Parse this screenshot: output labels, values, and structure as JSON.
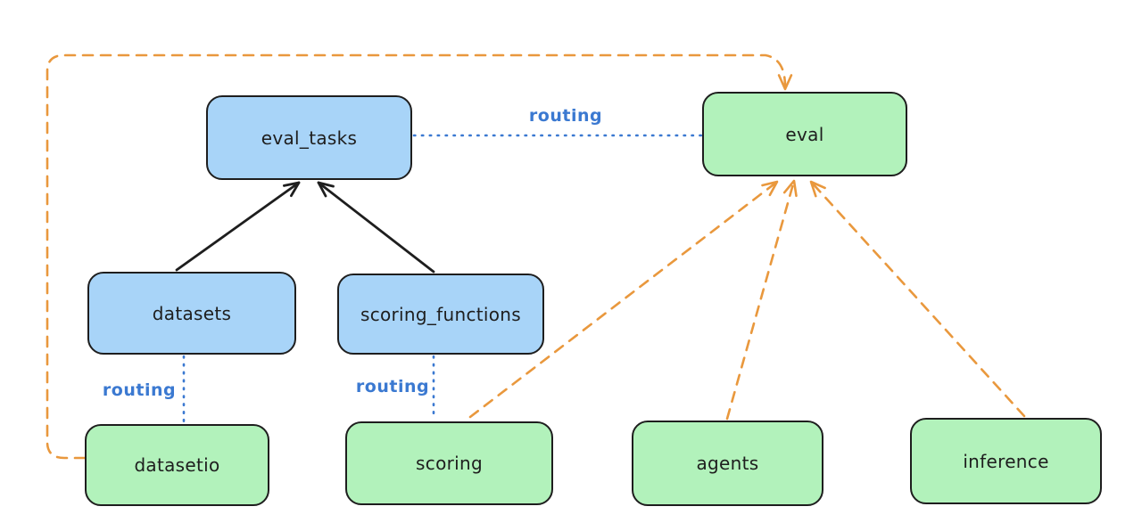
{
  "nodes": {
    "eval_tasks": {
      "label": "eval_tasks",
      "kind": "api",
      "fill": "#a8d4f8"
    },
    "eval": {
      "label": "eval",
      "kind": "provider",
      "fill": "#b2f2bb"
    },
    "datasets": {
      "label": "datasets",
      "kind": "api",
      "fill": "#a8d4f8"
    },
    "scoring_functions": {
      "label": "scoring_functions",
      "kind": "api",
      "fill": "#a8d4f8"
    },
    "datasetio": {
      "label": "datasetio",
      "kind": "provider",
      "fill": "#b2f2bb"
    },
    "scoring": {
      "label": "scoring",
      "kind": "provider",
      "fill": "#b2f2bb"
    },
    "agents": {
      "label": "agents",
      "kind": "provider",
      "fill": "#b2f2bb"
    },
    "inference": {
      "label": "inference",
      "kind": "provider",
      "fill": "#b2f2bb"
    }
  },
  "edges": {
    "datasets__eval_tasks": {
      "from": "datasets",
      "to": "eval_tasks",
      "style": "solid-black-arrow"
    },
    "scoring_functions__eval_tasks": {
      "from": "scoring_functions",
      "to": "eval_tasks",
      "style": "solid-black-arrow"
    },
    "eval_tasks__eval": {
      "from": "eval_tasks",
      "to": "eval",
      "style": "dotted-blue",
      "label": "routing"
    },
    "datasets__datasetio": {
      "from": "datasets",
      "to": "datasetio",
      "style": "dotted-blue",
      "label": "routing"
    },
    "scoring_functions__scoring": {
      "from": "scoring_functions",
      "to": "scoring",
      "style": "dotted-blue",
      "label": "routing"
    },
    "datasetio__eval": {
      "from": "datasetio",
      "to": "eval",
      "style": "dashed-orange-arrow"
    },
    "scoring__eval": {
      "from": "scoring",
      "to": "eval",
      "style": "dashed-orange-arrow"
    },
    "agents__eval": {
      "from": "agents",
      "to": "eval",
      "style": "dashed-orange-arrow"
    },
    "inference__eval": {
      "from": "inference",
      "to": "eval",
      "style": "dashed-orange-arrow"
    }
  },
  "colors": {
    "background": "#ffffff",
    "node_stroke": "#1e1e1e",
    "api_blue_fill": "#a8d4f8",
    "provider_green_fill": "#b2f2bb",
    "routing_blue": "#3b79d1",
    "dashed_orange": "#e9983d",
    "arrow_black": "#1e1e1e"
  }
}
